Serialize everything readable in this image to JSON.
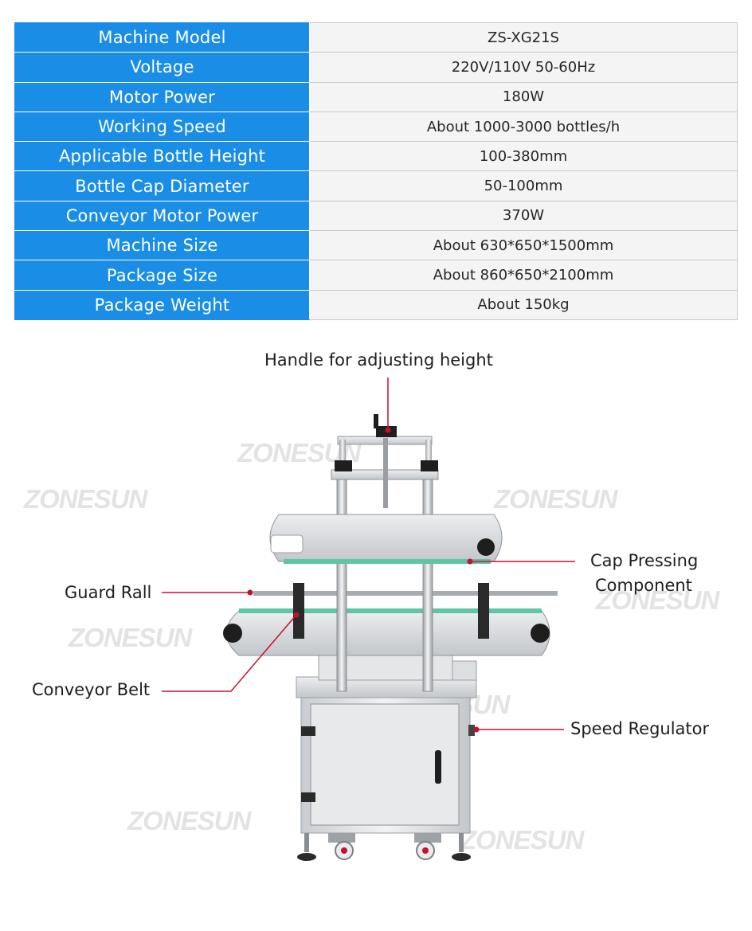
{
  "specs": [
    {
      "label": "Machine Model",
      "value": "ZS-XG21S"
    },
    {
      "label": "Voltage",
      "value": "220V/110V 50-60Hz"
    },
    {
      "label": "Motor Power",
      "value": "180W"
    },
    {
      "label": "Working Speed",
      "value": "About 1000-3000 bottles/h"
    },
    {
      "label": "Applicable Bottle Height",
      "value": "100-380mm"
    },
    {
      "label": "Bottle Cap Diameter",
      "value": "50-100mm"
    },
    {
      "label": "Conveyor Motor Power",
      "value": "370W"
    },
    {
      "label": "Machine Size",
      "value": "About 630*650*1500mm"
    },
    {
      "label": "Package Size",
      "value": "About 860*650*2100mm"
    },
    {
      "label": "Package Weight",
      "value": "About 150kg"
    }
  ],
  "callouts": {
    "handle": "Handle for adjusting height",
    "cap_pressing_line1": "Cap Pressing",
    "cap_pressing_line2": "Component",
    "guard_rail": "Guard Rall",
    "conveyor_belt": "Conveyor Belt",
    "speed_regulator": "Speed Regulator"
  },
  "watermark": "ZONESUN",
  "colors": {
    "label_bg": "#1a8de6",
    "value_bg": "#f4f4f4",
    "leader_line": "#c8102e"
  }
}
